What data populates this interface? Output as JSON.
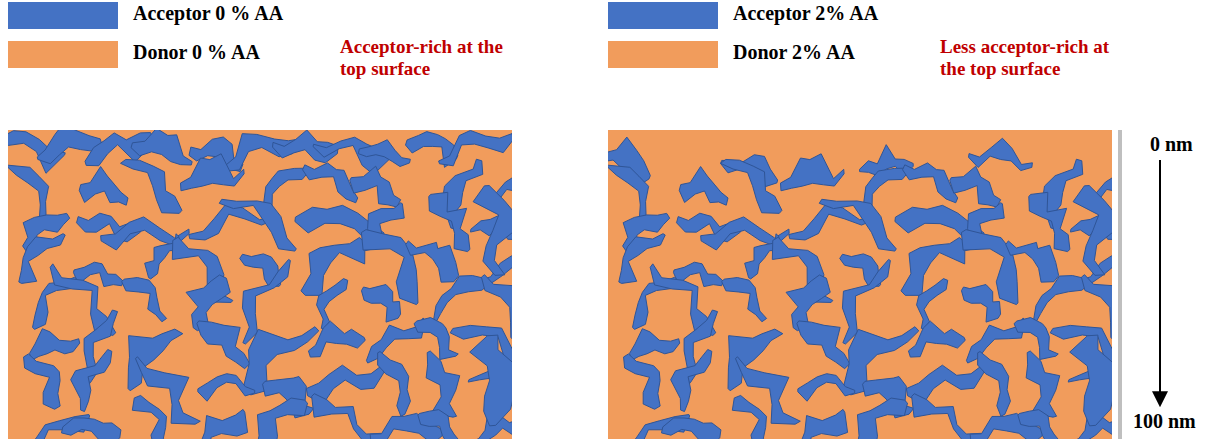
{
  "diagram": {
    "labels": [
      "Acceptor-rich at the top surface",
      "Less acceptor-rich at the top surface",
      "0 nm",
      "100 nm"
    ],
    "legend": [
      {
        "text": "Acceptor 0 % AA",
        "color": "#4472C4"
      },
      {
        "text": "Donor 0 % AA",
        "color": "#F19C5C"
      },
      {
        "text": "Acceptor 2% AA",
        "color": "#4472C4"
      },
      {
        "text": "Donor 2% AA",
        "color": "#F19C5C"
      }
    ]
  }
}
